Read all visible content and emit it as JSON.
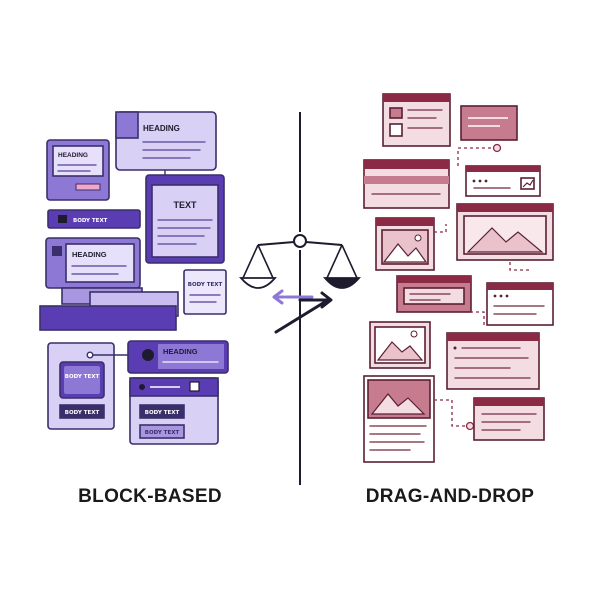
{
  "left_panel": {
    "caption": "BLOCK-BASED",
    "labels": {
      "heading_top": "HEADING",
      "heading_small": "HEADING",
      "text_card": "TEXT",
      "bar_text": "BODY TEXT",
      "heading_mid": "HEADING",
      "body_small_right": "BODY TEXT",
      "body_card": "BODY TEXT",
      "heading_low": "HEADING",
      "button_1": "BODY TEXT",
      "button_2": "BODY TEXT",
      "button_3": "BODY TEXT"
    }
  },
  "right_panel": {
    "caption": "DRAG-AND-DROP"
  },
  "center": {
    "divider_icon": "balance-scale-icon",
    "arrow_icon": "swap-arrows-icon"
  },
  "colors": {
    "purple_dark": "#5b3db3",
    "purple_mid": "#8e78d6",
    "purple_light": "#d9d1f5",
    "rose_dark": "#8a2a44",
    "rose_mid": "#c77b8e",
    "rose_light": "#f4dde2",
    "ink": "#1f1b2e"
  }
}
